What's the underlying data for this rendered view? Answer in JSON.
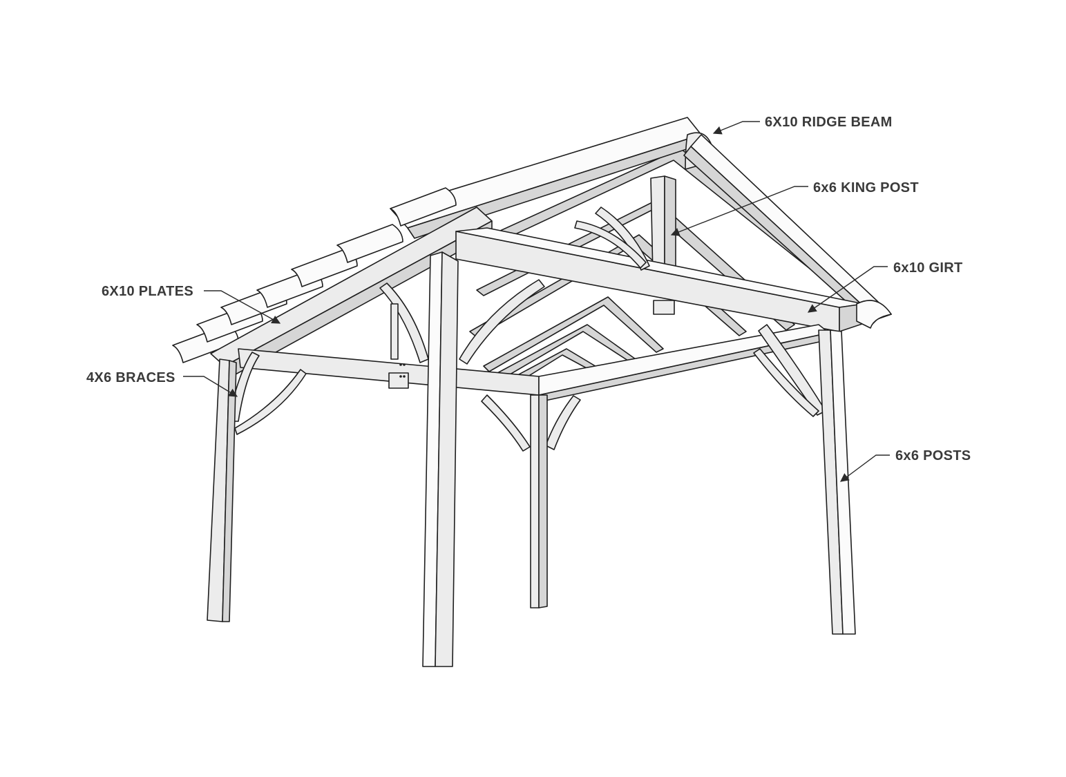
{
  "labels": {
    "ridge_beam": "6X10 RIDGE BEAM",
    "king_post": "6x6 KING POST",
    "girt": "6x10 GIRT",
    "plates": "6X10 PLATES",
    "braces": "4X6 BRACES",
    "posts": "6x6 POSTS"
  }
}
